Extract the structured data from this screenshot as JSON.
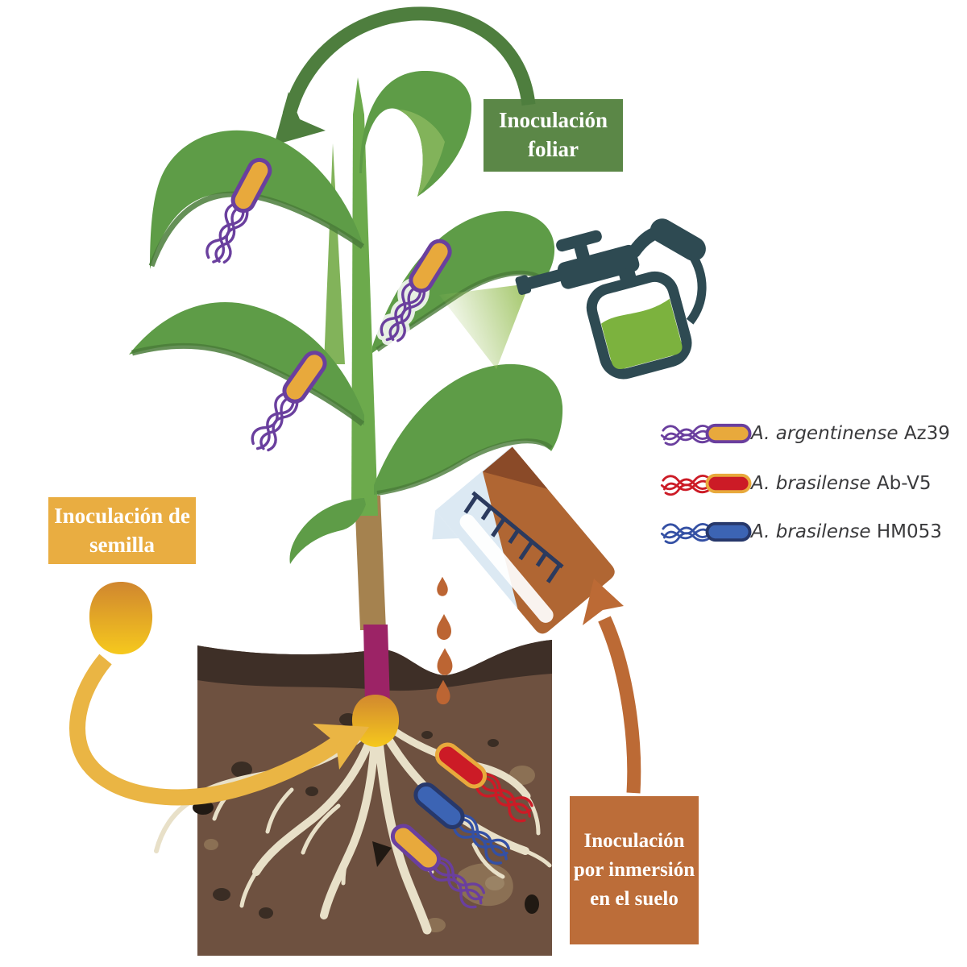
{
  "labels": {
    "foliar": {
      "text": "Inoculación foliar",
      "bg": "#5b8747",
      "text_color": "#ffffff"
    },
    "seed": {
      "text": "Inoculación de semilla",
      "bg": "#e9ad41",
      "text_color": "#ffffff"
    },
    "soil_immersion": {
      "text": "Inoculación por inmersión en el suelo",
      "bg": "#bc6d39",
      "text_color": "#ffffff"
    }
  },
  "legend": {
    "text_color": "#3a3a3c",
    "items": [
      {
        "species": "A. argentinense",
        "strain": "Az39",
        "body_color": "#e8a93c",
        "outline_color": "#6a3f9e",
        "flagella_color": "#6a3f9e"
      },
      {
        "species": "A. brasilense",
        "strain": "Ab-V5",
        "body_color": "#cc1b26",
        "outline_color": "#e8a93c",
        "flagella_color": "#cc1b26"
      },
      {
        "species": "A. brasilense",
        "strain": "HM053",
        "body_color": "#3c64b4",
        "outline_color": "#27386b",
        "flagella_color": "#3450a4"
      }
    ]
  },
  "scene": {
    "plant": {
      "leaf_color": "#5e9c47",
      "leaf_dark": "#4a7c39",
      "leaf_light": "#82b35a",
      "stalk_green": "#6caa4c",
      "stalk_brown": "#a5824f",
      "stalk_magenta": "#9c2366"
    },
    "soil": {
      "fill": "#6e5140",
      "top_band": "#3e2f27",
      "root_color": "#e8e0c8",
      "spot_dark": "#3a2d24",
      "spot_black": "#201913",
      "stone": "#8b7054",
      "stone_light": "#9a8365"
    },
    "seed": {
      "top": "#d0862f",
      "bottom": "#f6c91d"
    },
    "sprayer": {
      "body": "#2e4a52",
      "liquid": "#7cb23e",
      "mist": "#9cc25e"
    },
    "beaker": {
      "glass": "#dce9f3",
      "liquid": "#b06633",
      "liquid_dark": "#8a4a28",
      "scale": "#2b3a5e",
      "drop": "#bc6533"
    },
    "arrows": {
      "foliar": "#4e7e3e",
      "seed": "#eab544",
      "soil": "#bc6a35"
    }
  }
}
